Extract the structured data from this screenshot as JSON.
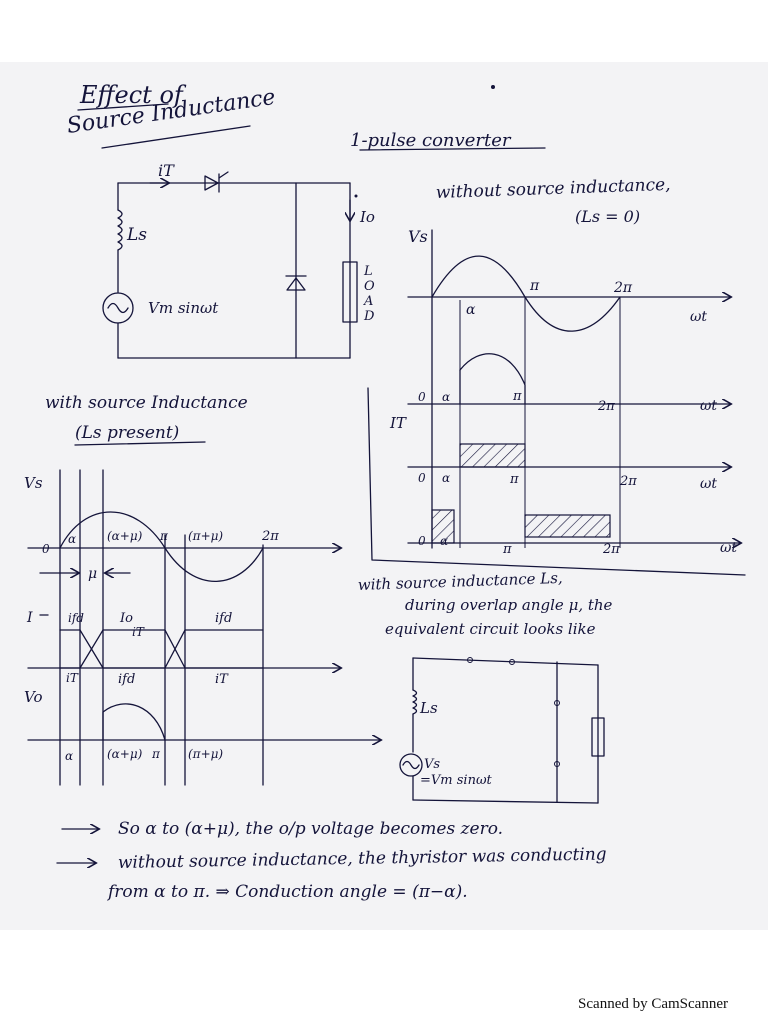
{
  "title": {
    "line1": "Effect of",
    "line2": "Source Inductance"
  },
  "subtitle": "1-pulse converter",
  "circuit1": {
    "current": "iT",
    "inductor": "Ls",
    "source": "Vm sinωt",
    "output_current": "Io",
    "load": [
      "L",
      "O",
      "A",
      "D"
    ]
  },
  "right_panel": {
    "heading": "without source inductance,",
    "condition": "(Ls = 0)",
    "vs": "Vs",
    "alpha": "α",
    "pi": "π",
    "two_pi": "2π",
    "wt": "ωt",
    "zero": "0",
    "it": "IT"
  },
  "left_panel": {
    "heading": "with source Inductance",
    "condition": "(Ls present)",
    "vs": "Vs",
    "zero": "0",
    "alpha": "α",
    "alpha_mu": "(α+μ)",
    "pi": "π",
    "pi_mu": "(π+μ)",
    "two_pi": "2π",
    "mu": "μ",
    "I": "I",
    "ifd": "ifd",
    "io": "Io",
    "it": "iT",
    "vo": "Vo"
  },
  "overlap_note": {
    "line1": "with source inductance Ls,",
    "line2": "during overlap angle μ, the",
    "line3": "equivalent circuit looks like"
  },
  "circuit2": {
    "inductor": "Ls",
    "vs": "Vs",
    "vs_expr": "=Vm sinωt"
  },
  "conclusions": {
    "line1": "So α to (α+μ), the o/p voltage becomes zero.",
    "line2": "without source inductance, the thyristor was conducting",
    "line3": "from α to π. ⇒ Conduction angle = (π−α)."
  },
  "footer": "Scanned by CamScanner"
}
